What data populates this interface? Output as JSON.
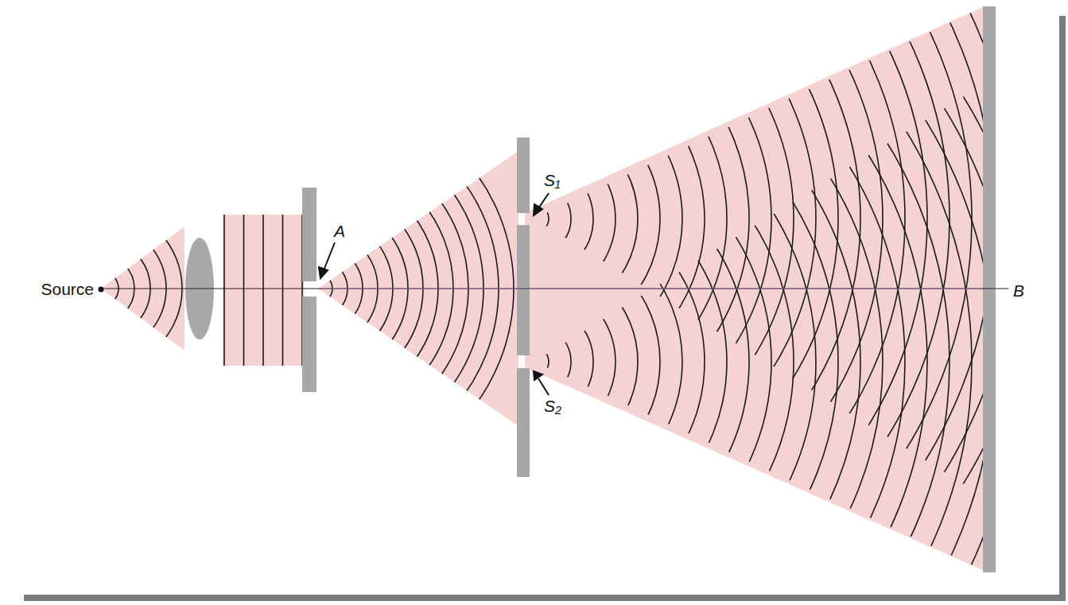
{
  "diagram": {
    "labels": [
      "Source",
      "A",
      "S₁",
      "S₂",
      "B"
    ]
  }
}
